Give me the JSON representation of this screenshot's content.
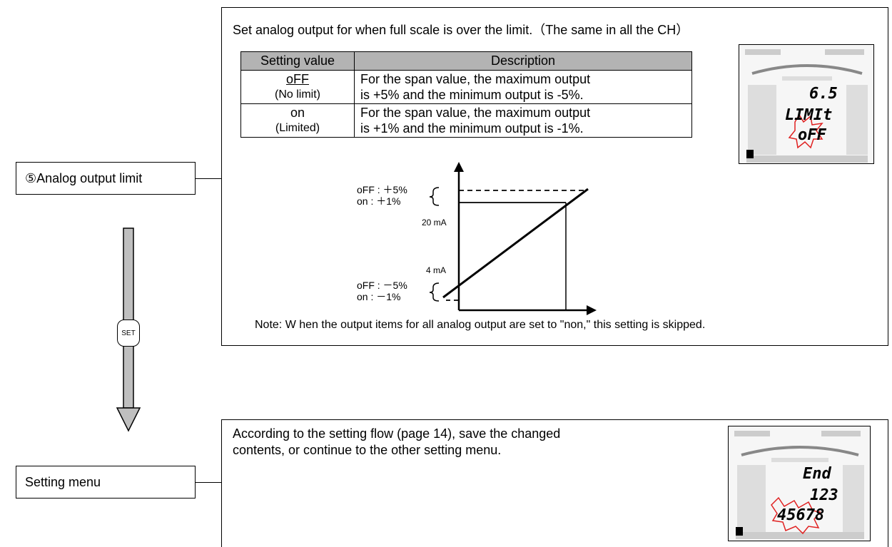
{
  "step1": {
    "label": "⑤Analog output limit",
    "title": "Set analog output for when full scale is over the limit.（The same in all the CH）",
    "table": {
      "headers": [
        "Setting value",
        "Description"
      ],
      "rows": [
        {
          "value": "oFF",
          "value_sub": "(No limit)",
          "desc1": "For the span value, the maximum output",
          "desc2": "is +5% and the minimum output is -5%."
        },
        {
          "value": "on",
          "value_sub": "(Limited)",
          "desc1": "For the span value, the maximum output",
          "desc2": "is +1% and the minimum output is -1%."
        }
      ]
    },
    "graph": {
      "upper_off": "oFF : ＋5%",
      "upper_on": "on   : ＋1%",
      "ma20": "20 mA",
      "ma4": "4 mA",
      "lower_off": "oFF : －5%",
      "lower_on": "on   : －1%"
    },
    "note": "Note: W hen the output items for all analog output are set to \"non,\" this setting is skipped.",
    "lcd_lines": [
      "6.5",
      "LIMIt",
      "oFF"
    ]
  },
  "flow": {
    "button_label": "SET"
  },
  "step2": {
    "label": "Setting menu",
    "text_line1": "According to the setting flow (page 14), save the changed",
    "text_line2": "contents, or continue to the other setting menu.",
    "lcd_lines": [
      "End",
      "123",
      "45678"
    ]
  }
}
